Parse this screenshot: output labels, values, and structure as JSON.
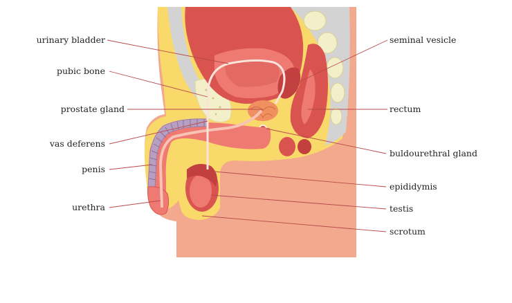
{
  "labels": {
    "urinary_bladder": "urinary bladder",
    "pubic_bone": "pubic bone",
    "prostate_gland": "prostate gland",
    "vas_deferens": "vas deferens",
    "penis": "penis",
    "urethra": "urethra",
    "seminal_vesicle": "seminal vesicle",
    "rectum": "rectum",
    "bulbourethral_gland": "buldourethral gland",
    "epididymis": "epididymis",
    "testis": "testis",
    "scrotum": "scrotum"
  },
  "colors": {
    "skin": "#f2a98d",
    "fat": "#f9d96a",
    "organ": "#d9534f",
    "organ_dark": "#c24040",
    "organ_light": "#ee7a72",
    "bone": "#f3efc8",
    "tissue_grey": "#d3d3d3",
    "leader": "#b84a4a"
  }
}
